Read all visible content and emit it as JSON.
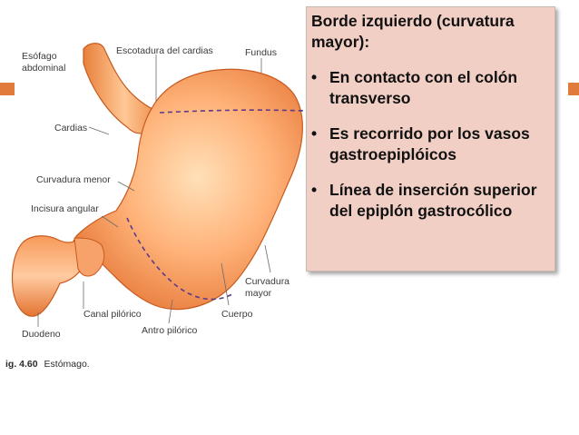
{
  "colors": {
    "accent": "#e07b3c",
    "note_background": "#f2cfc5",
    "stomach_outer": "#e8803a",
    "stomach_inner": "#ffd8a8"
  },
  "figure": {
    "labels": {
      "esofago": "Esófago\nabdominal",
      "escotadura": "Escotadura del cardias",
      "fundus": "Fundus",
      "cardias": "Cardias",
      "curvatura_menor": "Curvadura menor",
      "incisura": "Incisura angular",
      "curvatura_mayor": "Curvadura\nmayor",
      "duodeno": "Duodeno",
      "canal_pilorico": "Canal pilórico",
      "antro_pilorico": "Antro pilórico",
      "cuerpo": "Cuerpo"
    },
    "caption_number": "ig. 4.60",
    "caption_text": "Estómago."
  },
  "note": {
    "title": "Borde izquierdo (curvatura mayor):",
    "bullets": [
      "En contacto con el colón transverso",
      "Es recorrido por los vasos gastroepiplóicos",
      "Línea de inserción superior del epiplón gastrocólico"
    ],
    "bullet_symbol": "•"
  }
}
